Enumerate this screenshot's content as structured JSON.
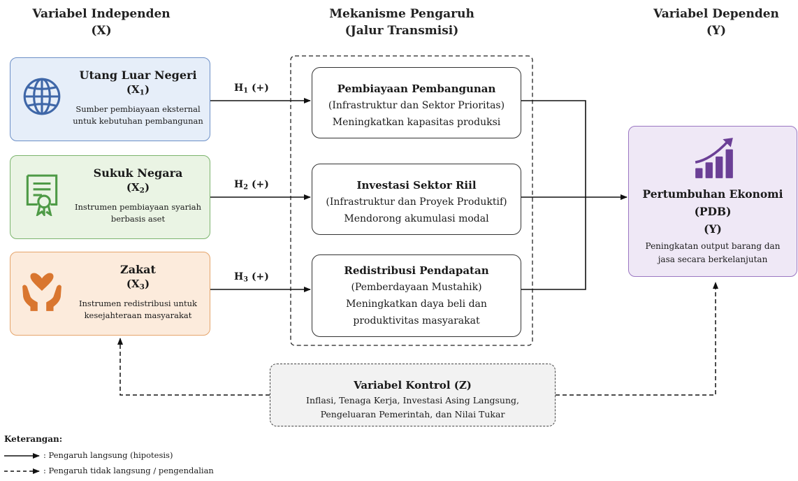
{
  "headers": {
    "independent": {
      "line1": "Variabel Independen",
      "line2": "(X)"
    },
    "mechanism": {
      "line1": "Mekanisme Pengaruh",
      "line2": "(Jalur Transmisi)"
    },
    "dependent": {
      "line1": "Variabel Dependen",
      "line2": "(Y)"
    }
  },
  "independents": [
    {
      "title": "Utang Luar Negeri",
      "code": "X",
      "sub": "1",
      "desc1": "Sumber pembiayaan eksternal",
      "desc2": "untuk kebutuhan pembangunan",
      "icon": "globe-icon",
      "border": "#6c8fc7",
      "fill": "#e6eef9",
      "iconColor": "#3f67a8"
    },
    {
      "title": "Sukuk Negara",
      "code": "X",
      "sub": "2",
      "desc1": "Instrumen pembiayaan syariah",
      "desc2": "berbasis aset",
      "icon": "certificate-icon",
      "border": "#7cb46d",
      "fill": "#eaf4e4",
      "iconColor": "#4e9a46"
    },
    {
      "title": "Zakat",
      "code": "X",
      "sub": "3",
      "desc1": "Instrumen redistribusi untuk",
      "desc2": "kesejahteraan masyarakat",
      "icon": "heart-hands-icon",
      "border": "#e5a46b",
      "fill": "#fcebdc",
      "iconColor": "#d9762f"
    }
  ],
  "hypotheses": [
    {
      "h": "H",
      "sub": "1",
      "sign": "(+)"
    },
    {
      "h": "H",
      "sub": "2",
      "sign": "(+)"
    },
    {
      "h": "H",
      "sub": "3",
      "sign": "(+)"
    }
  ],
  "mechanisms": [
    {
      "title": "Pembiayaan Pembangunan",
      "line2": "(Infrastruktur dan Sektor Prioritas)",
      "line3": "Meningkatkan kapasitas produksi"
    },
    {
      "title": "Investasi Sektor Riil",
      "line2": "(Infrastruktur dan Proyek Produktif)",
      "line3": "Mendorong akumulasi modal"
    },
    {
      "title": "Redistribusi Pendapatan",
      "line2": "(Pemberdayaan Mustahik)",
      "line3": "Meningkatkan daya beli dan",
      "line4": "produktivitas masyarakat"
    }
  ],
  "dependent": {
    "title": "Pertumbuhan Ekonomi",
    "line2": "(PDB)",
    "line3": "(Y)",
    "desc1": "Peningkatan output barang dan",
    "desc2": "jasa secara berkelanjutan",
    "icon": "growth-chart-icon",
    "border": "#9b77c2",
    "fill": "#efe8f6",
    "iconColor": "#6b3f96"
  },
  "control": {
    "title": "Variabel Kontrol (Z)",
    "line1": "Inflasi, Tenaga Kerja, Investasi Asing Langsung,",
    "line2": "Pengeluaran Pemerintah, dan Nilai Tukar"
  },
  "legend": {
    "title": "Keterangan:",
    "solid": ": Pengaruh langsung (hipotesis)",
    "dashed": ": Pengaruh tidak langsung / pengendalian"
  }
}
